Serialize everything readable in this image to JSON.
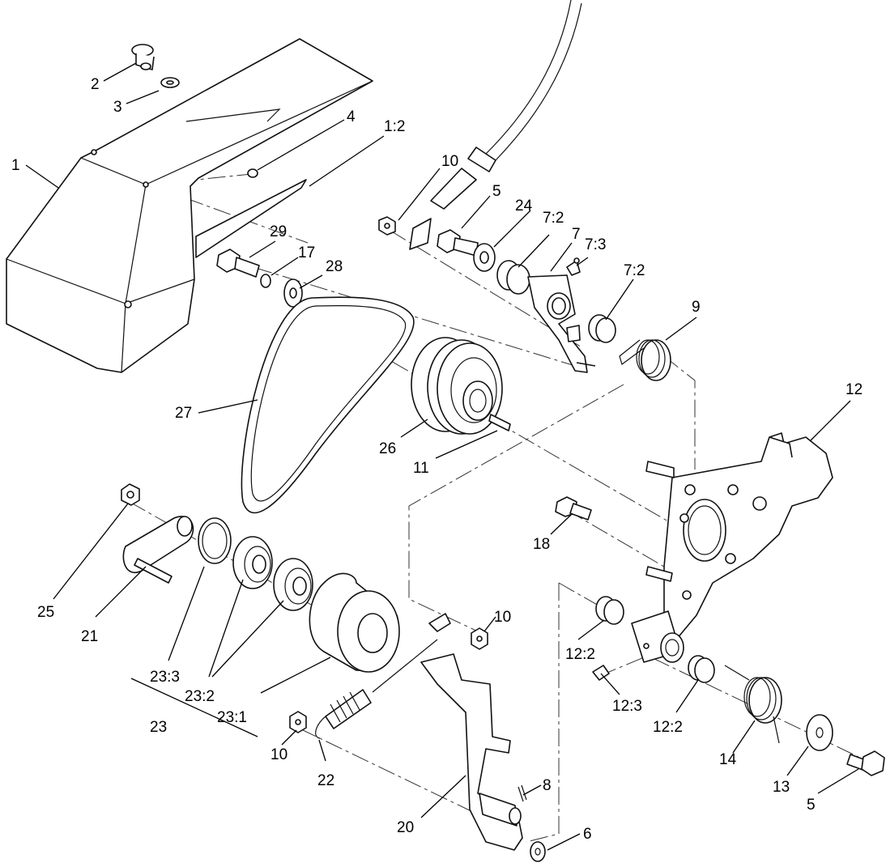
{
  "callouts": [
    {
      "id": "c1",
      "text": "1"
    },
    {
      "id": "c2",
      "text": "2"
    },
    {
      "id": "c3",
      "text": "3"
    },
    {
      "id": "c4",
      "text": "4"
    },
    {
      "id": "c1-2",
      "text": "1:2"
    },
    {
      "id": "c10a",
      "text": "10"
    },
    {
      "id": "c5a",
      "text": "5"
    },
    {
      "id": "c24",
      "text": "24"
    },
    {
      "id": "c7-2a",
      "text": "7:2"
    },
    {
      "id": "c7",
      "text": "7"
    },
    {
      "id": "c7-3",
      "text": "7:3"
    },
    {
      "id": "c7-2b",
      "text": "7:2"
    },
    {
      "id": "c29",
      "text": "29"
    },
    {
      "id": "c17",
      "text": "17"
    },
    {
      "id": "c28",
      "text": "28"
    },
    {
      "id": "c9",
      "text": "9"
    },
    {
      "id": "c12",
      "text": "12"
    },
    {
      "id": "c27",
      "text": "27"
    },
    {
      "id": "c26",
      "text": "26"
    },
    {
      "id": "c11",
      "text": "11"
    },
    {
      "id": "c18",
      "text": "18"
    },
    {
      "id": "c25",
      "text": "25"
    },
    {
      "id": "c21",
      "text": "21"
    },
    {
      "id": "c10b",
      "text": "10"
    },
    {
      "id": "c12-2a",
      "text": "12:2"
    },
    {
      "id": "c23-3",
      "text": "23:3"
    },
    {
      "id": "c23-2",
      "text": "23:2"
    },
    {
      "id": "c23-1",
      "text": "23:1"
    },
    {
      "id": "c23",
      "text": "23"
    },
    {
      "id": "c12-3",
      "text": "12:3"
    },
    {
      "id": "c12-2b",
      "text": "12:2"
    },
    {
      "id": "c14",
      "text": "14"
    },
    {
      "id": "c13",
      "text": "13"
    },
    {
      "id": "c10c",
      "text": "10"
    },
    {
      "id": "c22",
      "text": "22"
    },
    {
      "id": "c8",
      "text": "8"
    },
    {
      "id": "c20",
      "text": "20"
    },
    {
      "id": "c6",
      "text": "6"
    },
    {
      "id": "c5b",
      "text": "5"
    }
  ]
}
